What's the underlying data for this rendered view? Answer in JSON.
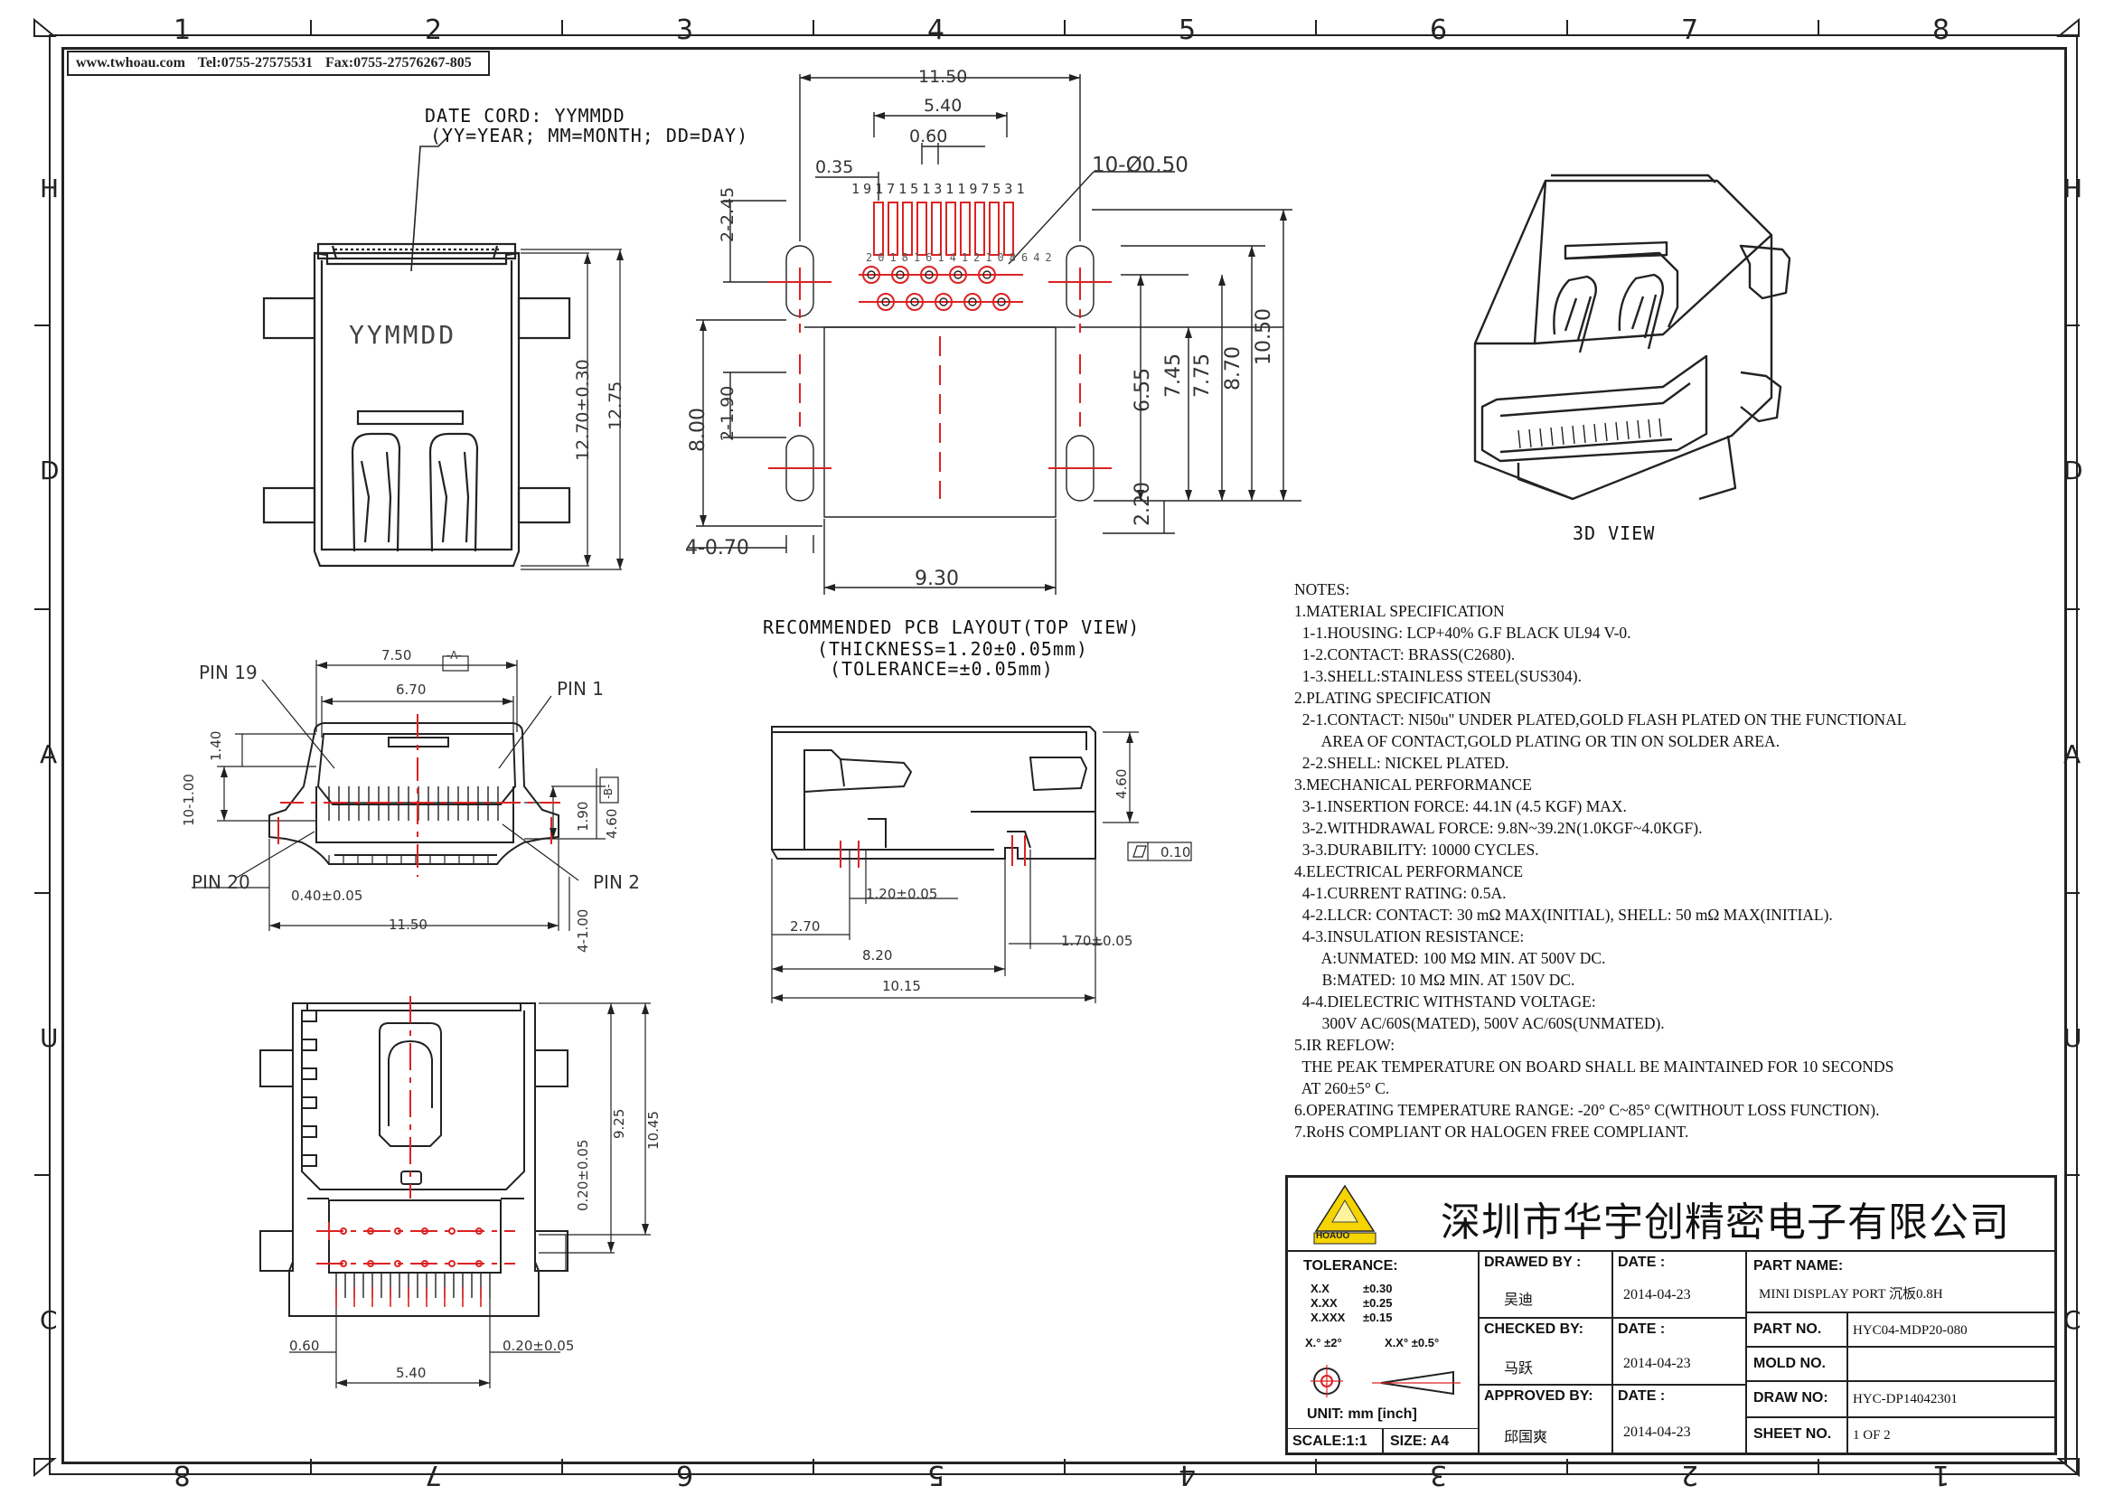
{
  "header": {
    "website": "www.twhoau.com",
    "tel": "Tel:0755-27575531",
    "fax": "Fax:0755-27576267-805"
  },
  "zones": {
    "top": [
      "1",
      "2",
      "3",
      "4",
      "5",
      "6",
      "7",
      "8"
    ],
    "bottom": [
      "8",
      "7",
      "6",
      "5",
      "4",
      "3",
      "2",
      "1"
    ],
    "left": [
      "H",
      "D",
      "A",
      "U",
      "C"
    ],
    "right": [
      "H",
      "D",
      "A",
      "U",
      "C"
    ]
  },
  "top_view": {
    "date_code_line1": "DATE CORD: YYMMDD",
    "date_code_line2": "(YY=YEAR; MM=MONTH; DD=DAY)",
    "stamp": "YYMMDD",
    "dim_height": "12.70±0.30",
    "dim_total": "12.75"
  },
  "pcb_layout": {
    "dim_width_total": "11.50",
    "dim_pitch_group": "5.40",
    "dim_pitch": "0.60",
    "dim_offset": "0.35",
    "dim_holes": "10-Ø0.50",
    "pin_numbers_top": [
      "19",
      "17",
      "15",
      "13",
      "11",
      "9",
      "7",
      "5",
      "3",
      "1"
    ],
    "pin_numbers_bottom": [
      "20",
      "18",
      "16",
      "14",
      "12",
      "10",
      "8",
      "6",
      "4",
      "2"
    ],
    "dim_slot_top": "2-2.45",
    "dim_slot_bottom": "2-1.90",
    "dim_height_800": "8.00",
    "dim_slot_w": "4-0.70",
    "dim_body_w": "9.30",
    "dim_655": "6.55",
    "dim_745": "7.45",
    "dim_775": "7.75",
    "dim_870": "8.70",
    "dim_1050": "10.50",
    "dim_220": "2.20",
    "caption_1": "RECOMMENDED PCB LAYOUT(TOP VIEW)",
    "caption_2": "(THICKNESS=1.20±0.05mm)",
    "caption_3": "(TOLERANCE=±0.05mm)"
  },
  "view_3d": {
    "label": "3D VIEW"
  },
  "front_view": {
    "pin19": "PIN 19",
    "pin1": "PIN 1",
    "pin20": "PIN 20",
    "pin2": "PIN 2",
    "dim_750": "7.50",
    "datum_a": "-A-",
    "datum_b": "-B-",
    "dim_670": "6.70",
    "dim_140": "1.40",
    "dim_10_100": "10-1.00",
    "dim_190": "1.90",
    "dim_460": "4.60",
    "dim_040": "0.40±0.05",
    "dim_1150": "11.50",
    "dim_4_100": "4-1.00"
  },
  "side_view": {
    "dim_460": "4.60",
    "flatness": "0.10",
    "dim_120": "1.20±0.05",
    "dim_270": "2.70",
    "dim_170": "1.70±0.05",
    "dim_820": "8.20",
    "dim_1015": "10.15"
  },
  "bottom_view": {
    "dim_925": "9.25",
    "dim_1045": "10.45",
    "dim_020_v": "0.20±0.05",
    "dim_060": "0.60",
    "dim_020": "0.20±0.05",
    "dim_540": "5.40"
  },
  "notes": [
    "NOTES:",
    "1.MATERIAL SPECIFICATION",
    "  1-1.HOUSING: LCP+40% G.F BLACK UL94 V-0.",
    "  1-2.CONTACT: BRASS(C2680).",
    "  1-3.SHELL:STAINLESS STEEL(SUS304).",
    "2.PLATING SPECIFICATION",
    "  2-1.CONTACT: NI50u'' UNDER PLATED,GOLD FLASH PLATED ON THE FUNCTIONAL",
    "       AREA OF CONTACT,GOLD PLATING OR TIN ON SOLDER AREA.",
    "  2-2.SHELL: NICKEL PLATED.",
    "3.MECHANICAL PERFORMANCE",
    "  3-1.INSERTION FORCE: 44.1N (4.5 KGF) MAX.",
    "  3-2.WITHDRAWAL FORCE: 9.8N~39.2N(1.0KGF~4.0KGF).",
    "  3-3.DURABILITY: 10000 CYCLES.",
    "4.ELECTRICAL PERFORMANCE",
    "  4-1.CURRENT RATING: 0.5A.",
    "  4-2.LLCR: CONTACT: 30 mΩ MAX(INITIAL), SHELL: 50 mΩ MAX(INITIAL).",
    "  4-3.INSULATION RESISTANCE:",
    "       A:UNMATED: 100 MΩ MIN. AT 500V DC.",
    "       B:MATED: 10 MΩ MIN. AT 150V DC.",
    "  4-4.DIELECTRIC WITHSTAND VOLTAGE:",
    "       300V AC/60S(MATED), 500V AC/60S(UNMATED).",
    "5.IR REFLOW:",
    "  THE PEAK TEMPERATURE ON BOARD SHALL BE MAINTAINED FOR 10 SECONDS",
    "  AT 260±5° C.",
    "6.OPERATING TEMPERATURE RANGE: -20° C~85° C(WITHOUT LOSS FUNCTION).",
    "7.RoHS COMPLIANT OR HALOGEN FREE COMPLIANT."
  ],
  "title_block": {
    "logo_text": "HOAUO",
    "company": "深圳市华宇创精密电子有限公司",
    "tolerance_label": "TOLERANCE:",
    "tol_x": "X.X",
    "tol_x_val": "±0.30",
    "tol_xx": "X.XX",
    "tol_xx_val": "±0.25",
    "tol_xxx": "X.XXX",
    "tol_xxx_val": "±0.15",
    "tol_ang1": "X.° ±2°",
    "tol_ang2": "X.X° ±0.5°",
    "unit": "UNIT: mm [inch]",
    "scale": "SCALE:1:1",
    "size": "SIZE: A4",
    "drawn_label": "DRAWED BY :",
    "drawn_by": "吴迪",
    "checked_label": "CHECKED BY:",
    "checked_by": "马跃",
    "approved_label": "APPROVED BY:",
    "approved_by": "邱国爽",
    "date_label": "DATE :",
    "date1": "2014-04-23",
    "date2": "2014-04-23",
    "date3": "2014-04-23",
    "part_name_label": "PART NAME:",
    "part_name": "MINI DISPLAY PORT 沉板0.8H",
    "part_no_label": "PART NO.",
    "part_no": "HYC04-MDP20-080",
    "mold_no_label": "MOLD NO.",
    "mold_no": "",
    "draw_no_label": "DRAW NO:",
    "draw_no": "HYC-DP14042301",
    "sheet_label": "SHEET NO.",
    "sheet": "1 OF 2"
  }
}
